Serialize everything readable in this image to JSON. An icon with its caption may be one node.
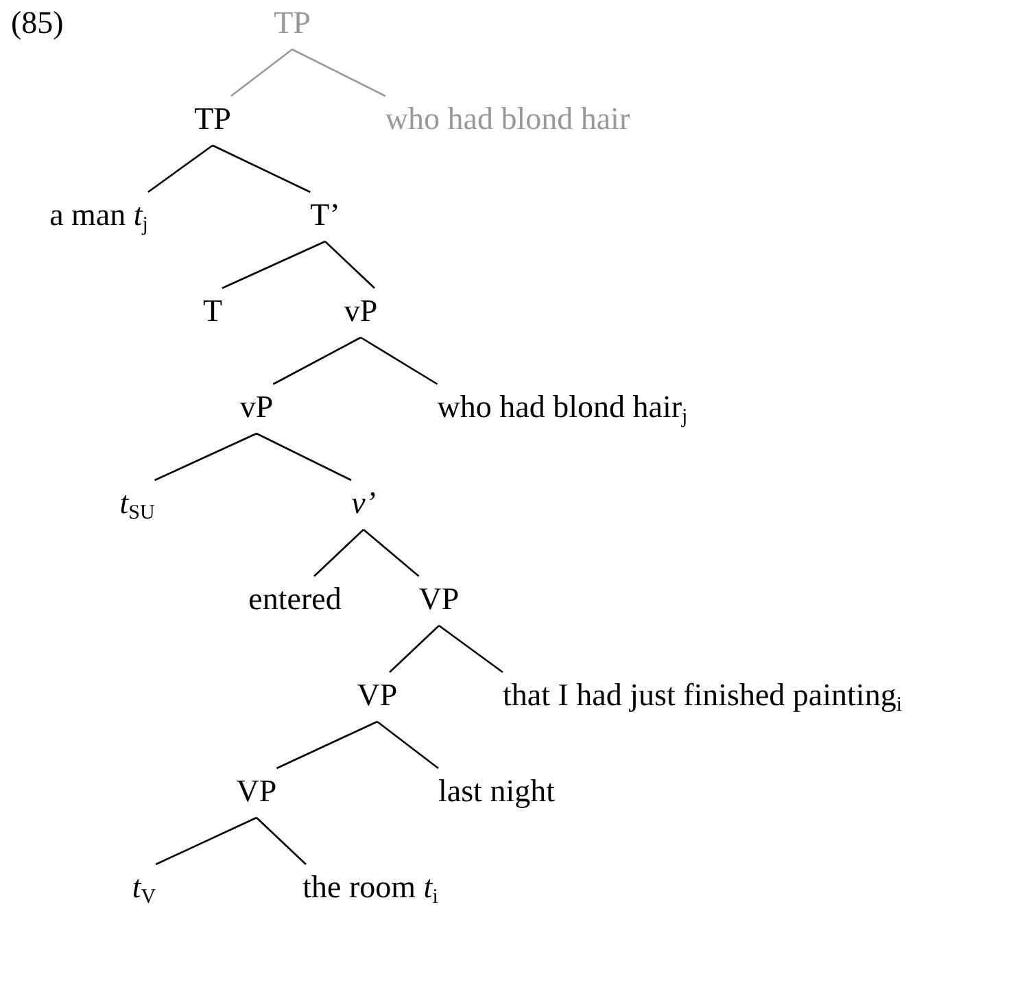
{
  "diagram": {
    "nodes": [
      {
        "text": [
          "TP"
        ]
      },
      {
        "text": [
          "TP"
        ]
      },
      {
        "text": [
          "who had blond hair"
        ]
      },
      {
        "text": [
          "a man *t*$_{j}$"
        ]
      },
      {
        "text": [
          "T’"
        ]
      },
      {
        "text": [
          "T"
        ]
      },
      {
        "text": [
          "vP"
        ]
      },
      {
        "text": [
          "vP"
        ]
      },
      {
        "text": [
          "who had blond hair$_{j}$"
        ]
      },
      {
        "text": [
          "*t*$_{SU}$"
        ]
      },
      {
        "text": [
          "*v’*"
        ]
      },
      {
        "text": [
          "entered"
        ]
      },
      {
        "text": [
          "VP"
        ]
      },
      {
        "text": [
          "VP"
        ]
      },
      {
        "text": [
          "that I had just finished painting$_{i}$"
        ]
      },
      {
        "text": [
          "VP"
        ]
      },
      {
        "text": [
          "last night"
        ]
      },
      {
        "text": [
          "*t*$_{V}$"
        ]
      },
      {
        "text": [
          "the room *t*$_{i}$"
        ]
      }
    ],
    "edges": [
      {
        "from": 0,
        "to": 1,
        "arrow": "none",
        "color": "#999999"
      },
      {
        "from": 0,
        "to": 2,
        "arrow": "none",
        "color": "#999999"
      },
      {
        "from": 1,
        "to": 3,
        "arrow": "none"
      },
      {
        "from": 1,
        "to": 4,
        "arrow": "none"
      },
      {
        "from": 4,
        "to": 5,
        "arrow": "none"
      },
      {
        "from": 4,
        "to": 6,
        "arrow": "none"
      },
      {
        "from": 6,
        "to": 7,
        "arrow": "none"
      },
      {
        "from": 6,
        "to": 8,
        "arrow": "none"
      },
      {
        "from": 7,
        "to": 9,
        "arrow": "none"
      },
      {
        "from": 7,
        "to": 10,
        "arrow": "none"
      },
      {
        "from": 10,
        "to": 11,
        "arrow": "none"
      },
      {
        "from": 10,
        "to": 12,
        "arrow": "none"
      },
      {
        "from": 12,
        "to": 13,
        "arrow": "none"
      },
      {
        "from": 12,
        "to": 14,
        "arrow": "none"
      },
      {
        "from": 13,
        "to": 15,
        "arrow": "none"
      },
      {
        "from": 13,
        "to": 16,
        "arrow": "none"
      },
      {
        "from": 15,
        "to": 17,
        "arrow": "none"
      },
      {
        "from": 15,
        "to": 18,
        "arrow": "none"
      }
    ],
    "labels": [
      "(85)"
    ]
  }
}
